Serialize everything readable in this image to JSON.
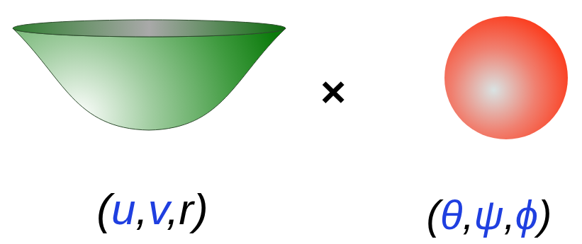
{
  "diagram": {
    "labels": [
      "×",
      "(u,v,r)",
      "(θ,ψ,ϕ)"
    ]
  }
}
